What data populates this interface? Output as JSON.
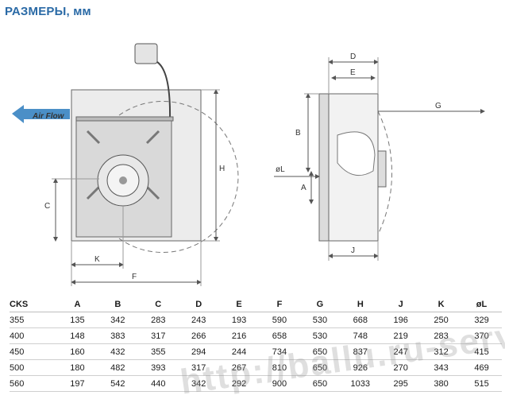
{
  "title": "РАЗМЕРЫ, мм",
  "airflow_label": "Air Flow",
  "dim_labels": {
    "H": "H",
    "C": "C",
    "K": "K",
    "F": "F",
    "D": "D",
    "E": "E",
    "B": "B",
    "G": "G",
    "A": "A",
    "J": "J",
    "oL": "øL"
  },
  "table": {
    "headers": [
      "CKS",
      "A",
      "B",
      "C",
      "D",
      "E",
      "F",
      "G",
      "H",
      "J",
      "K",
      "øL"
    ],
    "rows": [
      [
        "355",
        "135",
        "342",
        "283",
        "243",
        "193",
        "590",
        "530",
        "668",
        "196",
        "250",
        "329"
      ],
      [
        "400",
        "148",
        "383",
        "317",
        "266",
        "216",
        "658",
        "530",
        "748",
        "219",
        "283",
        "370"
      ],
      [
        "450",
        "160",
        "432",
        "355",
        "294",
        "244",
        "734",
        "650",
        "837",
        "247",
        "312",
        "415"
      ],
      [
        "500",
        "180",
        "482",
        "393",
        "317",
        "267",
        "810",
        "650",
        "926",
        "270",
        "343",
        "469"
      ],
      [
        "560",
        "197",
        "542",
        "440",
        "342",
        "292",
        "900",
        "650",
        "1033",
        "295",
        "380",
        "515"
      ]
    ]
  },
  "watermark": "http://ballu.ru-servis.ru",
  "colors": {
    "title": "#2a6aa6",
    "airflow": "#4b8fc7",
    "line": "#555555"
  }
}
